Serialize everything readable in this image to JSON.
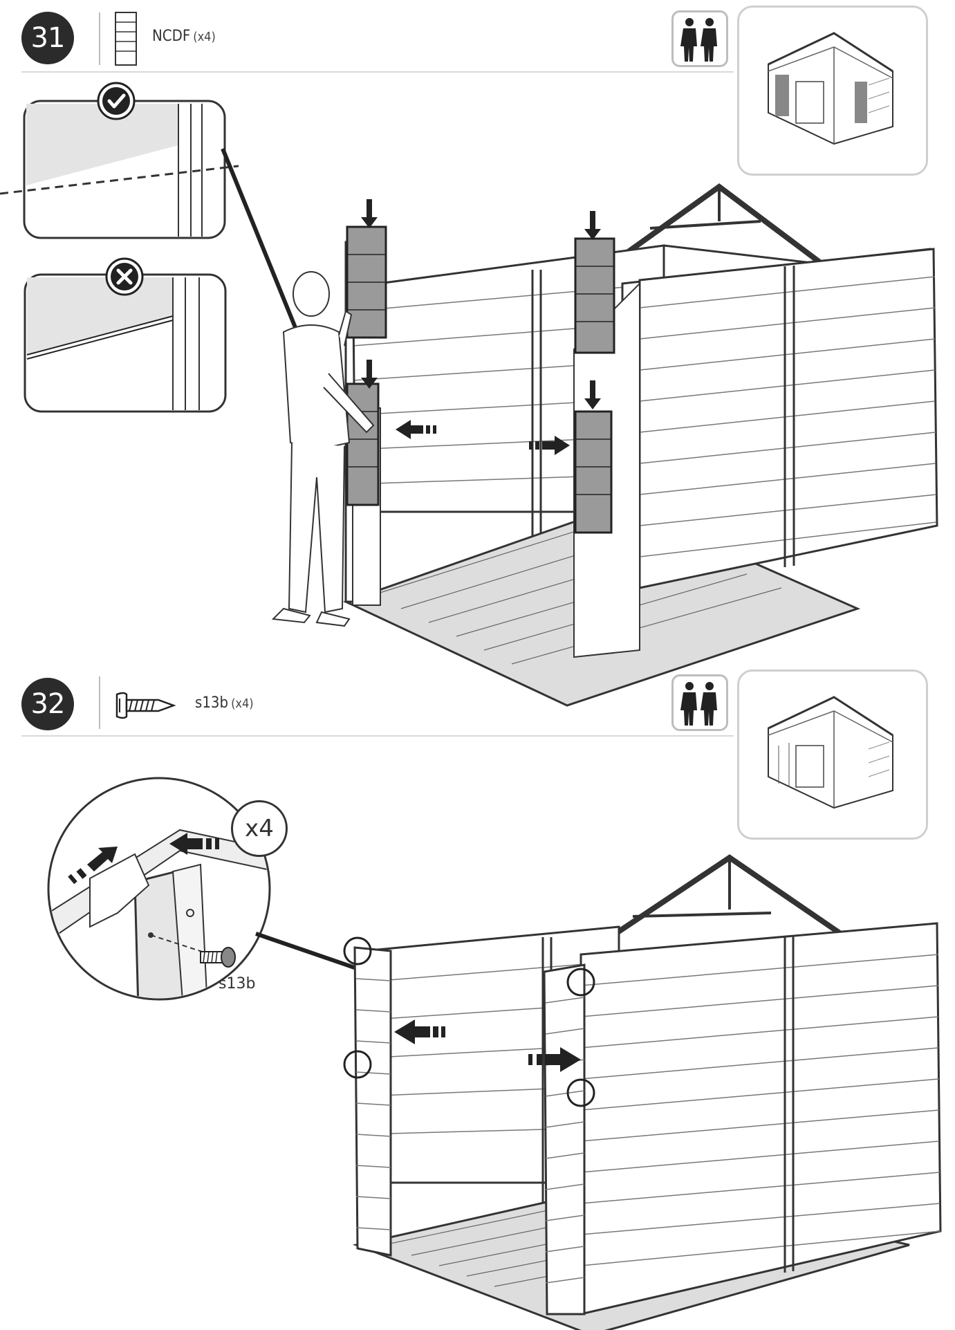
{
  "steps": [
    {
      "number": "31",
      "part_code": "NCDF",
      "part_qty": "(x4)",
      "icons": [
        "panel-part-icon",
        "two-people-icon",
        "shed-preview-icon",
        "checkmark-icon",
        "cross-icon",
        "down-arrow-icon",
        "push-arrow-icon"
      ]
    },
    {
      "number": "32",
      "part_code": "s13b",
      "part_qty": "(x4)",
      "callout_multiplier": "x4",
      "callout_screw_label": "s13b",
      "icons": [
        "screw-icon",
        "two-people-icon",
        "shed-preview-icon",
        "push-arrow-icon"
      ]
    }
  ],
  "colors": {
    "ink": "#2b2b2b",
    "panel_fill": "#9a9a9a",
    "rule": "#d9d9d9"
  }
}
